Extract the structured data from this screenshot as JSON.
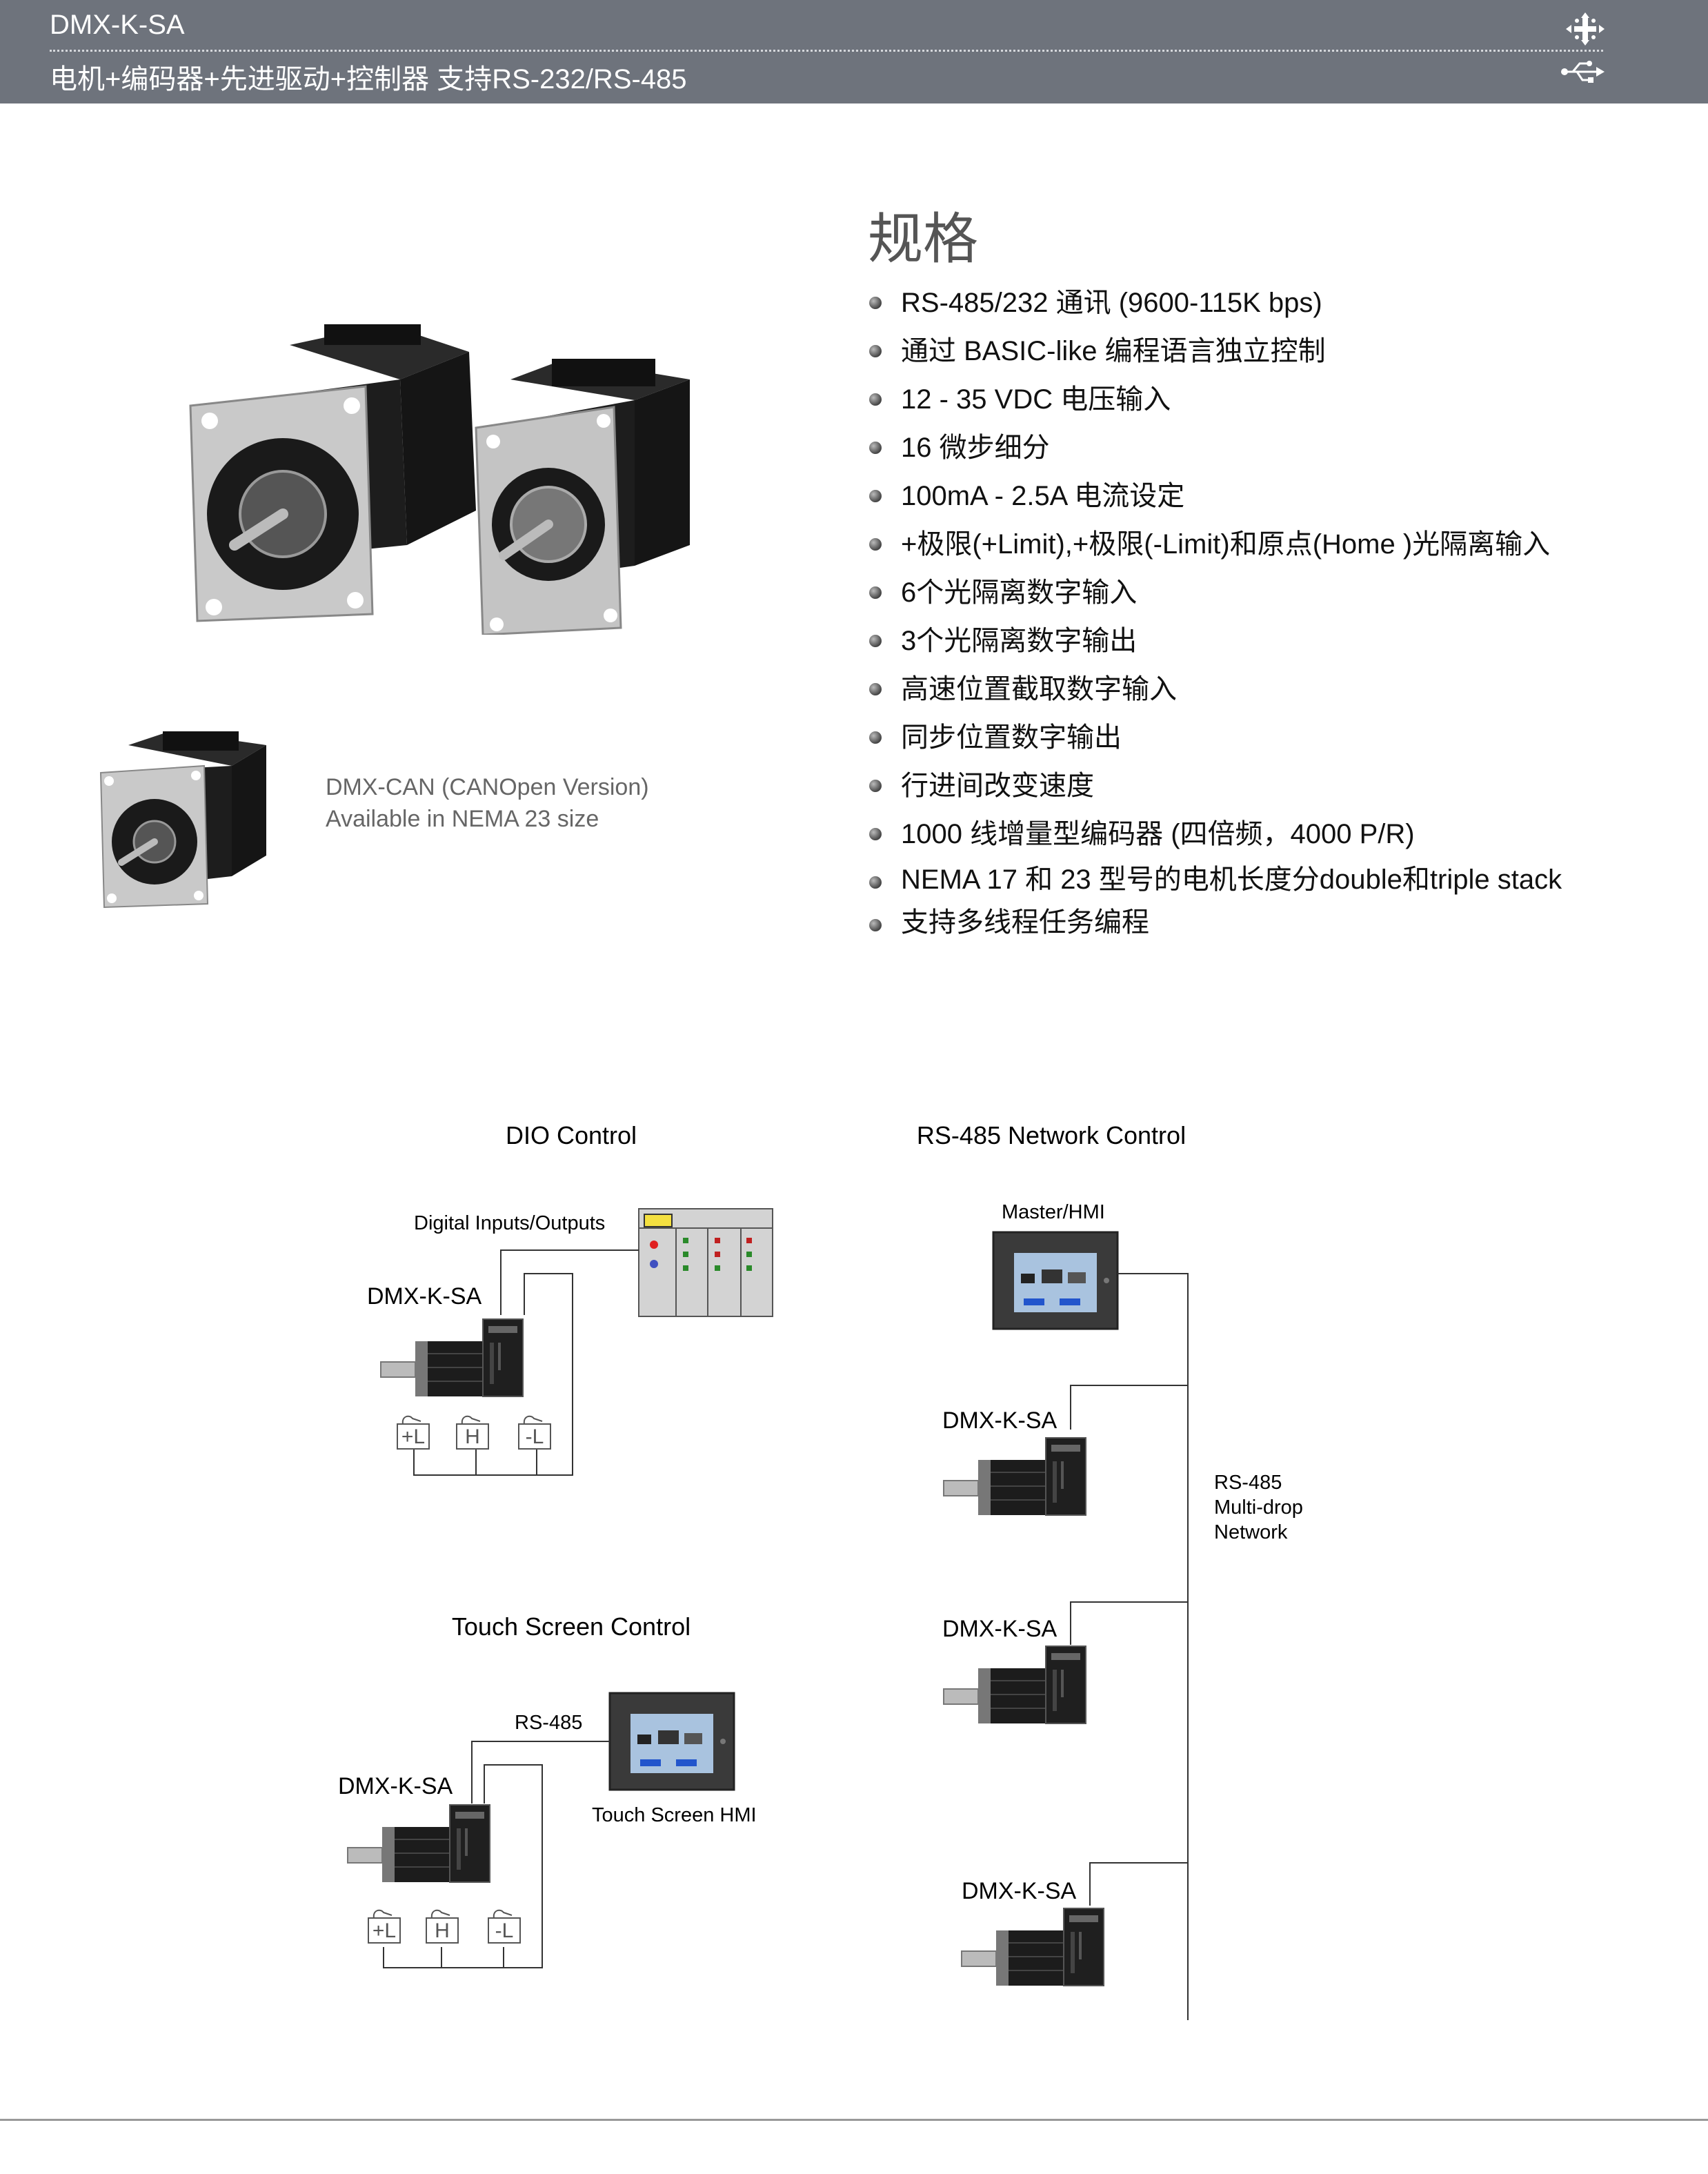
{
  "header": {
    "title": "DMX-K-SA",
    "subtitle": "电机+编码器+先进驱动+控制器 支持RS-232/RS-485",
    "icons": [
      "arrows-icon",
      "usb-icon"
    ]
  },
  "spec": {
    "heading": "规格",
    "items": [
      "RS-485/232 通讯 (9600-115K bps)",
      "通过 BASIC-like 编程语言独立控制",
      "12 - 35 VDC 电压输入",
      "16 微步细分",
      "100mA - 2.5A 电流设定",
      "+极限(+Limit),+极限(-Limit)和原点(Home )光隔离输入",
      "6个光隔离数字输入",
      "3个光隔离数字输出",
      "高速位置截取数字输入",
      "同步位置数字输出",
      "行进间改变速度",
      "1000 线增量型编码器 (四倍频，4000 P/R)",
      "NEMA 17 和 23 型号的电机长度分double和triple stack",
      "支持多线程任务编程"
    ]
  },
  "caption": {
    "line1": "DMX-CAN (CANOpen Version)",
    "line2": "Available in NEMA 23 size"
  },
  "dio": {
    "title": "DIO Control",
    "io_label": "Digital Inputs/Outputs",
    "device": "DMX-K-SA",
    "switches": [
      "+L",
      "H",
      "-L"
    ]
  },
  "touch": {
    "title": "Touch Screen Control",
    "bus_label": "RS-485",
    "device": "DMX-K-SA",
    "hmi_label": "Touch Screen HMI",
    "switches": [
      "+L",
      "H",
      "-L"
    ]
  },
  "network": {
    "title": "RS-485 Network Control",
    "master_label": "Master/HMI",
    "devices": [
      "DMX-K-SA",
      "DMX-K-SA",
      "DMX-K-SA"
    ],
    "net_line1": "RS-485",
    "net_line2": "Multi-drop",
    "net_line3": "Network"
  },
  "colors": {
    "header_bg": "#6e737c",
    "motor_body": "#1c1c1c",
    "plc_bg": "#d3d3d3",
    "hmi_frame": "#3a3a3a"
  }
}
